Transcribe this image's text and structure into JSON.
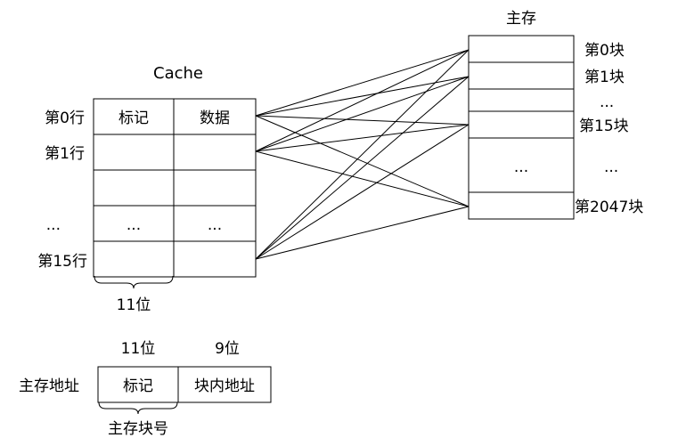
{
  "cache": {
    "title": "Cache",
    "header_tag": "标记",
    "header_data": "数据",
    "rows": [
      {
        "label": "第0行"
      },
      {
        "label": "第1行"
      },
      {
        "label": ""
      },
      {
        "label": "...",
        "tag": "...",
        "data": "..."
      },
      {
        "label": "第15行"
      }
    ],
    "tag_width_label": "11位"
  },
  "memory": {
    "title": "主存",
    "blocks": [
      {
        "label": "第0块"
      },
      {
        "label": "第1块"
      },
      {
        "label": "..."
      },
      {
        "label": "第15块"
      },
      {
        "label": "...",
        "inner": "..."
      },
      {
        "label": "第2047块"
      }
    ]
  },
  "address": {
    "label": "主存地址",
    "tag_field": "标记",
    "offset_field": "块内地址",
    "tag_bits": "11位",
    "offset_bits": "9位",
    "block_number_label": "主存块号"
  }
}
